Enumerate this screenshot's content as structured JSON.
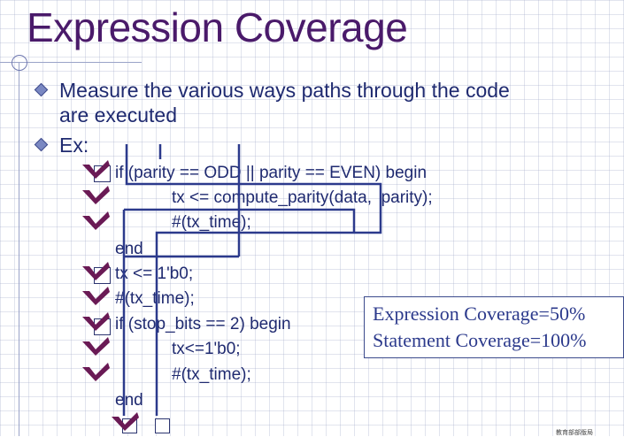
{
  "slide": {
    "title": "Expression Coverage",
    "bullets": [
      {
        "line1": "Measure the various ways paths through the code",
        "line2": "are executed"
      },
      {
        "line1": "Ex:"
      }
    ]
  },
  "code_lines": [
    "if (parity == ODD || parity == EVEN) begin",
    "tx <= compute_parity(data,  parity);",
    "#(tx_time);",
    "end",
    "tx <= 1'b0;",
    "#(tx_time);",
    "if (stop_bits == 2) begin",
    "tx<=1'b0;",
    "#(tx_time);",
    "end"
  ],
  "stats": {
    "expression": "Expression Coverage=50%",
    "statement": "Statement Coverage=100%"
  },
  "watermark": "教育部部版局",
  "colors": {
    "title": "#4a1a6a",
    "text": "#1f2a70",
    "check": "#6a1a55",
    "path_line": "#2c3a8c"
  }
}
